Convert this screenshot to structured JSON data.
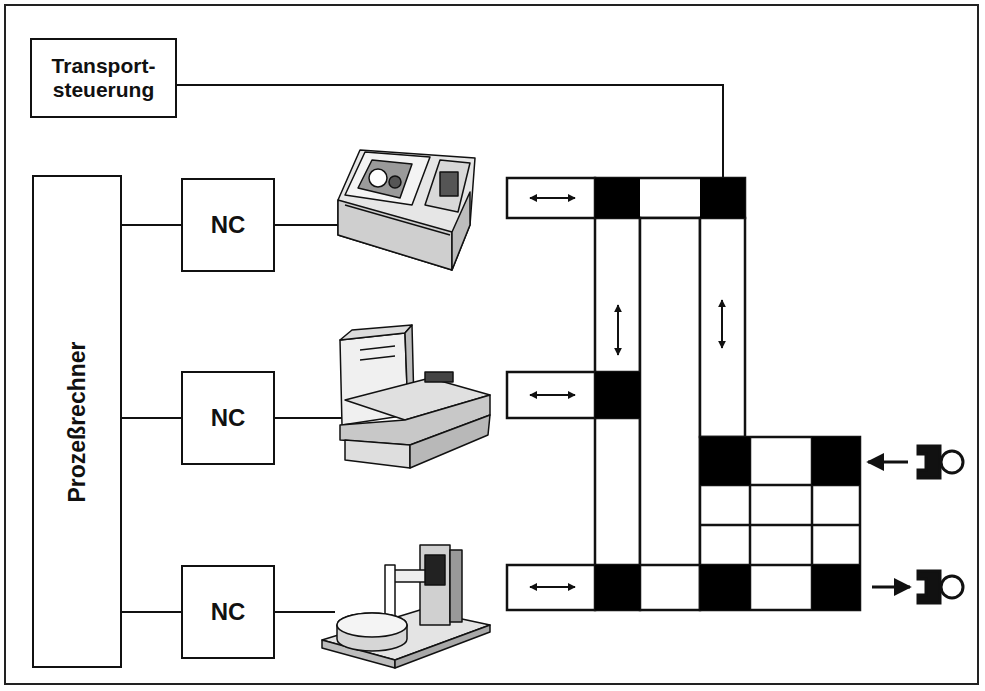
{
  "diagram": {
    "nodes": [
      {
        "text": [
          "Transport- steuerung"
        ]
      },
      {
        "text": [
          "Prozeßrechner"
        ]
      },
      {
        "text": [
          "NC"
        ]
      },
      {
        "text": [
          "NC"
        ]
      },
      {
        "text": [
          "NC"
        ]
      }
    ],
    "edges": [
      {
        "from": 1,
        "to": 2,
        "arrow": "none"
      },
      {
        "from": 1,
        "to": 3,
        "arrow": "none"
      },
      {
        "from": 1,
        "to": 4,
        "arrow": "none"
      }
    ]
  }
}
